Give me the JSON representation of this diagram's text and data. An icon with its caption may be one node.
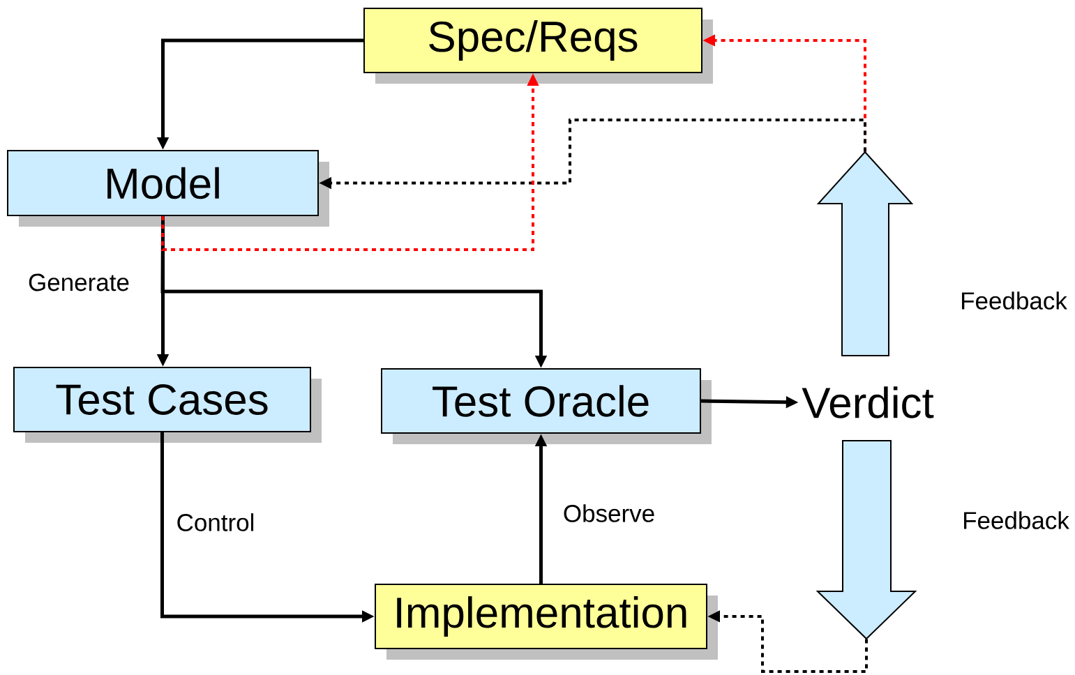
{
  "diagram": {
    "nodes": [
      {
        "text": [
          "Spec/Reqs"
        ]
      },
      {
        "text": [
          "Model"
        ]
      },
      {
        "text": [
          "Test Cases"
        ]
      },
      {
        "text": [
          "Test Oracle"
        ]
      },
      {
        "text": [
          "Implementation"
        ]
      },
      {
        "text": [
          "Verdict"
        ]
      },
      {
        "text": [],
        "shape": "arrow",
        "beside": [
          "Feedback"
        ]
      },
      {
        "text": [],
        "shape": "arrow",
        "beside": [
          "Feedback"
        ]
      }
    ],
    "edges": [
      {
        "from": 0,
        "to": 1,
        "arrow": "to"
      },
      {
        "from": 1,
        "to": 2,
        "arrow": "to",
        "label": "Generate"
      },
      {
        "from": 1,
        "to": 3,
        "arrow": "to"
      },
      {
        "from": 2,
        "to": 4,
        "arrow": "to",
        "label": "Control"
      },
      {
        "from": 4,
        "to": 3,
        "arrow": "to",
        "label": "Observe"
      },
      {
        "from": 3,
        "to": 5,
        "arrow": "to"
      },
      {
        "from": 6,
        "to": 0,
        "arrow": "to",
        "style": "dashed",
        "color": "#ff0000"
      },
      {
        "from": 6,
        "to": 1,
        "arrow": "to",
        "style": "dashed"
      },
      {
        "from": 1,
        "to": 0,
        "arrow": "to",
        "style": "dashed",
        "color": "#ff0000"
      },
      {
        "from": 7,
        "to": 4,
        "arrow": "to",
        "style": "dashed"
      }
    ]
  }
}
